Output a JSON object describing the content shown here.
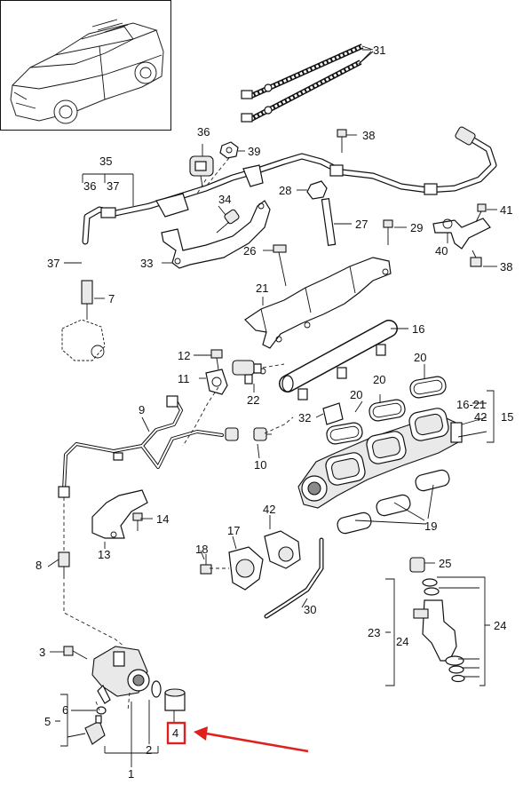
{
  "callouts": [
    {
      "id": "31",
      "text": "31"
    },
    {
      "id": "36",
      "text": "36"
    },
    {
      "id": "39",
      "text": "39"
    },
    {
      "id": "38a",
      "text": "38"
    },
    {
      "id": "35",
      "text": "35"
    },
    {
      "id": "36b",
      "text": "36"
    },
    {
      "id": "37a",
      "text": "37"
    },
    {
      "id": "34",
      "text": "34"
    },
    {
      "id": "28",
      "text": "28"
    },
    {
      "id": "27",
      "text": "27"
    },
    {
      "id": "29",
      "text": "29"
    },
    {
      "id": "41",
      "text": "41"
    },
    {
      "id": "37b",
      "text": "37"
    },
    {
      "id": "33",
      "text": "33"
    },
    {
      "id": "26",
      "text": "26"
    },
    {
      "id": "40",
      "text": "40"
    },
    {
      "id": "38b",
      "text": "38"
    },
    {
      "id": "7",
      "text": "7"
    },
    {
      "id": "21",
      "text": "21"
    },
    {
      "id": "16",
      "text": "16"
    },
    {
      "id": "12",
      "text": "12"
    },
    {
      "id": "20a",
      "text": "20"
    },
    {
      "id": "11",
      "text": "11"
    },
    {
      "id": "22",
      "text": "22"
    },
    {
      "id": "20b",
      "text": "20"
    },
    {
      "id": "20c",
      "text": "20"
    },
    {
      "id": "16-21",
      "text": "16-21"
    },
    {
      "id": "42a",
      "text": "42"
    },
    {
      "id": "15",
      "text": "15"
    },
    {
      "id": "9",
      "text": "9"
    },
    {
      "id": "32",
      "text": "32"
    },
    {
      "id": "10",
      "text": "10"
    },
    {
      "id": "14",
      "text": "14"
    },
    {
      "id": "42b",
      "text": "42"
    },
    {
      "id": "13",
      "text": "13"
    },
    {
      "id": "19",
      "text": "19"
    },
    {
      "id": "18",
      "text": "18"
    },
    {
      "id": "17",
      "text": "17"
    },
    {
      "id": "8",
      "text": "8"
    },
    {
      "id": "25",
      "text": "25"
    },
    {
      "id": "23",
      "text": "23"
    },
    {
      "id": "24a",
      "text": "24"
    },
    {
      "id": "24b",
      "text": "24"
    },
    {
      "id": "30",
      "text": "30"
    },
    {
      "id": "3",
      "text": "3"
    },
    {
      "id": "6",
      "text": "6"
    },
    {
      "id": "5",
      "text": "5"
    },
    {
      "id": "2",
      "text": "2"
    },
    {
      "id": "4",
      "text": "4"
    },
    {
      "id": "1",
      "text": "1"
    }
  ],
  "highlight": {
    "part": "4",
    "color": "#e0201e"
  },
  "colors": {
    "line": "#111111",
    "background": "#ffffff",
    "arrow": "#e0201e"
  }
}
